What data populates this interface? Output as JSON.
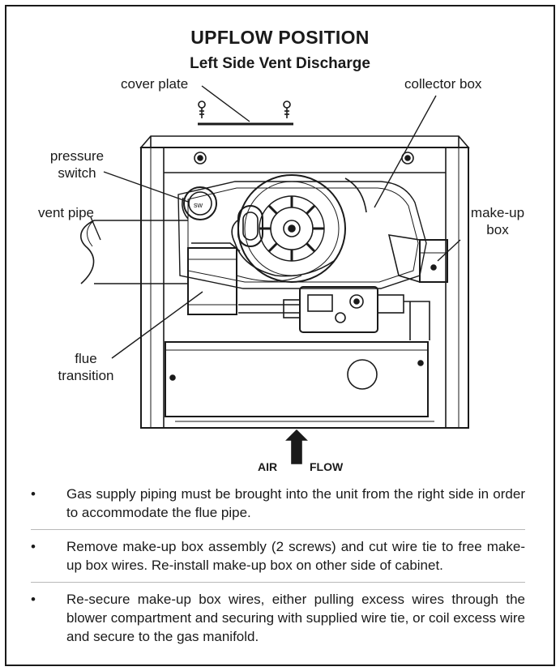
{
  "title": "UPFLOW POSITION",
  "subtitle": "Left Side Vent Discharge",
  "callouts": {
    "cover_plate": "cover plate",
    "collector_box": "collector box",
    "pressure_switch_line1": "pressure",
    "pressure_switch_line2": "switch",
    "vent_pipe": "vent pipe",
    "makeup_box_line1": "make-up",
    "makeup_box_line2": "box",
    "flue_transition_line1": "flue",
    "flue_transition_line2": "transition"
  },
  "airflow": {
    "left": "AIR",
    "right": "FLOW"
  },
  "notes": [
    {
      "bullet": "•",
      "text": "Gas supply piping must be brought into the unit from the right side in order to accommodate the flue pipe."
    },
    {
      "bullet": "•",
      "text": "Remove make-up box assembly (2 screws) and cut wire tie to free make-up box wires. Re-install make-up box on other side of cabinet."
    },
    {
      "bullet": "•",
      "text": "Re-secure make-up box wires, either pulling excess wires through the blower compartment and securing with supplied wire tie, or coil excess wire and secure to the gas manifold."
    }
  ]
}
